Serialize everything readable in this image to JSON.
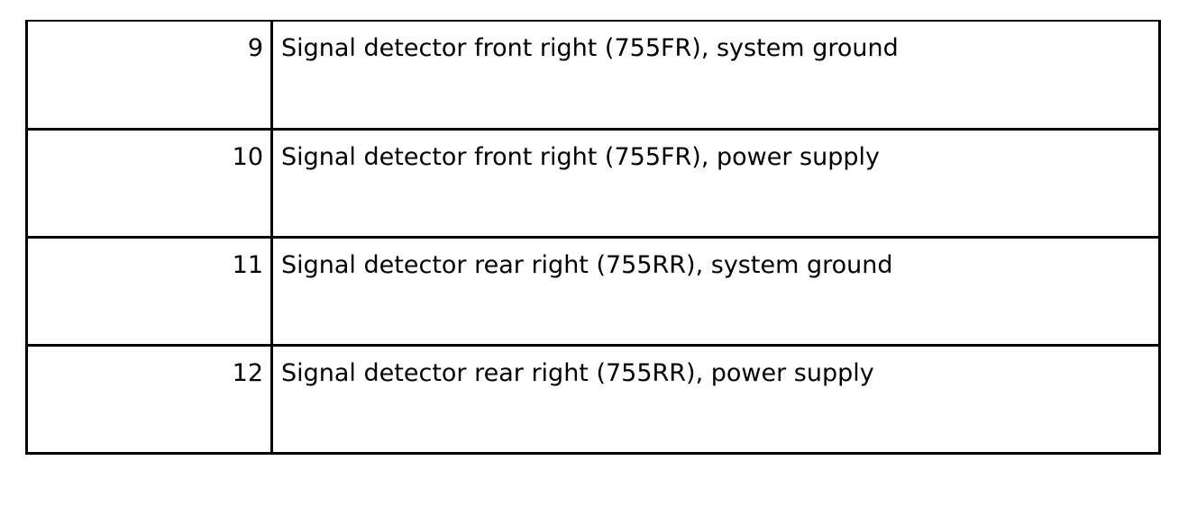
{
  "table": {
    "rows": [
      {
        "pin": "9",
        "description": "Signal detector front right (755FR), system ground"
      },
      {
        "pin": "10",
        "description": "Signal detector front right (755FR), power supply"
      },
      {
        "pin": "11",
        "description": "Signal detector rear right (755RR), system ground"
      },
      {
        "pin": "12",
        "description": "Signal detector rear right (755RR), power supply"
      }
    ]
  }
}
